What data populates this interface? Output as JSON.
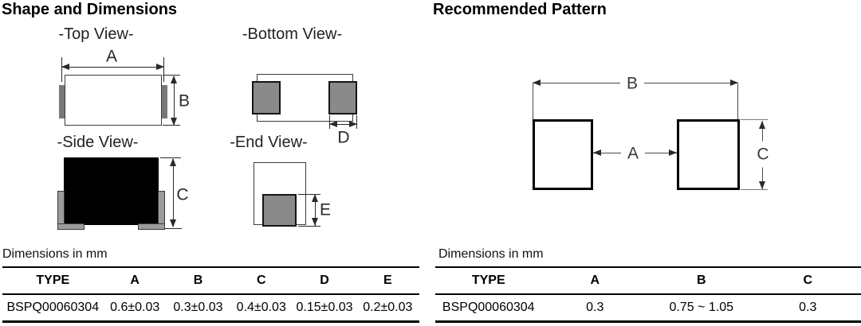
{
  "shape_section": {
    "title": "Shape and Dimensions",
    "views": {
      "top": {
        "label": "-Top View-"
      },
      "bottom": {
        "label": "-Bottom View-"
      },
      "side": {
        "label": "-Side View-"
      },
      "end": {
        "label": "-End View-"
      }
    },
    "dim_labels": {
      "a": "A",
      "b": "B",
      "c": "C",
      "d": "D",
      "e": "E"
    },
    "units_note": "Dimensions in mm",
    "table": {
      "headers": [
        "TYPE",
        "A",
        "B",
        "C",
        "D",
        "E"
      ],
      "rows": [
        [
          "BSPQ00060304",
          "0.6±0.03",
          "0.3±0.03",
          "0.4±0.03",
          "0.15±0.03",
          "0.2±0.03"
        ]
      ]
    }
  },
  "pattern_section": {
    "title": "Recommended Pattern",
    "dim_labels": {
      "a": "A",
      "b": "B",
      "c": "C"
    },
    "units_note": "Dimensions in mm",
    "table": {
      "headers": [
        "TYPE",
        "A",
        "B",
        "C"
      ],
      "rows": [
        [
          "BSPQ00060304",
          "0.3",
          "0.75 ~ 1.05",
          "0.3"
        ]
      ]
    }
  },
  "colors": {
    "pad_gray": "#8a8a8a",
    "terminal_strip_gray": "#787878",
    "terminal_foot_gray": "#9c9c9c",
    "line_black": "#2a2a2a",
    "pattern_line_gray": "#4a4a4a"
  }
}
